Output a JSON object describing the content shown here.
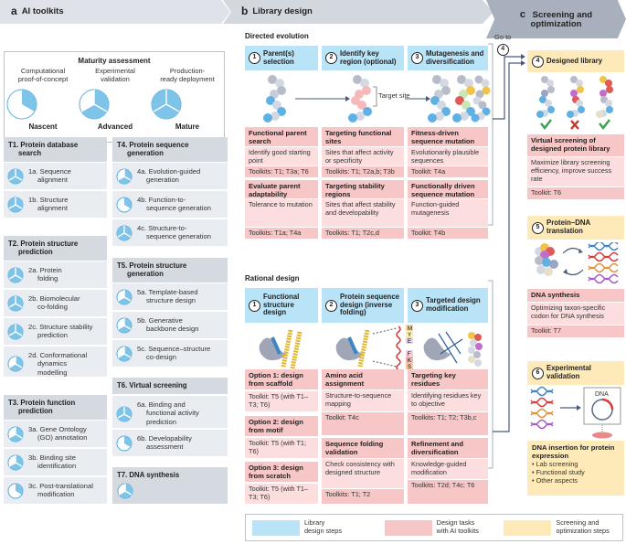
{
  "panels": {
    "a": {
      "letter": "a",
      "title": "AI toolkits"
    },
    "b": {
      "letter": "b",
      "title": "Library design"
    },
    "c": {
      "letter": "c",
      "title_line1": "Screening and",
      "title_line2": "optimization"
    }
  },
  "maturity": {
    "title": "Maturity assessment",
    "levels": [
      {
        "line1": "Computational",
        "line2": "proof-of-concept",
        "label": "Nascent",
        "fill_fraction": 0.33
      },
      {
        "line1": "Experimental",
        "line2": "validation",
        "label": "Advanced",
        "fill_fraction": 0.67
      },
      {
        "line1": "Production-",
        "line2": "ready deployment",
        "label": "Mature",
        "fill_fraction": 1.0
      }
    ]
  },
  "toolkits": {
    "t1": {
      "line1": "T1. Protein database",
      "line2": "search",
      "items": [
        {
          "line1": "1a. Sequence",
          "line2": "alignment",
          "level": "Mature"
        },
        {
          "line1": "1b. Structure",
          "line2": "alignment",
          "level": "Mature"
        }
      ]
    },
    "t2": {
      "line1": "T2. Protein structure",
      "line2": "prediction",
      "items": [
        {
          "line1": "2a. Protein",
          "line2": "folding",
          "level": "Mature"
        },
        {
          "line1": "2b. Biomolecular",
          "line2": "co-folding",
          "level": "Mature"
        },
        {
          "line1": "2c. Structure stability",
          "line2": "prediction",
          "level": "Mature"
        },
        {
          "line1": "2d. Conformational",
          "line2": "dynamics",
          "line3": "modelling",
          "level": "Advanced"
        }
      ]
    },
    "t3": {
      "line1": "T3. Protein function",
      "line2": "prediction",
      "items": [
        {
          "line1": "3a. Gene Ontology",
          "line2": "(GO) annotation",
          "level": "Advanced"
        },
        {
          "line1": "3b. Binding site",
          "line2": "identification",
          "level": "Advanced"
        },
        {
          "line1": "3c. Post-translational",
          "line2": "modification",
          "level": "Nascent"
        }
      ]
    },
    "t4": {
      "line1": "T4. Protein sequence",
      "line2": "generation",
      "items": [
        {
          "line1": "4a. Evolution-guided",
          "line2": "generation",
          "level": "Advanced"
        },
        {
          "line1": "4b. Function-to-",
          "line2": "sequence generation",
          "level": "Nascent"
        },
        {
          "line1": "4c. Structure-to-",
          "line2": "sequence generation",
          "level": "Mature"
        }
      ]
    },
    "t5": {
      "line1": "T5. Protein structure",
      "line2": "generation",
      "items": [
        {
          "line1": "5a. Template-based",
          "line2": "structure design",
          "level": "Advanced"
        },
        {
          "line1": "5b. Generative",
          "line2": "backbone design",
          "level": "Advanced"
        },
        {
          "line1": "5c. Sequence–structure",
          "line2": "co-design",
          "level": "Advanced"
        }
      ]
    },
    "t6": {
      "line1": "T6. Virtual screening",
      "items": [
        {
          "line1": "6a. Binding and",
          "line2": "functional activity",
          "line3": "prediction",
          "level": "Mature"
        },
        {
          "line1": "6b. Developability",
          "line2": "assessment",
          "level": "Nascent"
        }
      ]
    },
    "t7": {
      "line1": "T7. DNA synthesis",
      "level": "Advanced"
    }
  },
  "directed_evolution": {
    "title": "Directed evolution",
    "target_site_label": "Target site",
    "steps": [
      {
        "num": "1",
        "line1": "Parent(s)",
        "line2": "selection"
      },
      {
        "num": "2",
        "line1": "Identify key",
        "line2": "region (optional)"
      },
      {
        "num": "3",
        "line1": "Mutagenesis and",
        "line2": "diversification"
      }
    ],
    "tasks": [
      [
        {
          "title": "Functional parent search",
          "desc": "Identify good starting point",
          "toolkit": "Toolkits: T1; T3a; T6"
        },
        {
          "title": "Evaluate parent adaptability",
          "desc": "Tolerance to mutation",
          "toolkit": "Toolkits: T1a; T4a"
        }
      ],
      [
        {
          "title": "Targeting functional sites",
          "desc": "Sites that affect activity or specificity",
          "toolkit": "Toolkits: T1; T2a,b; T3b"
        },
        {
          "title": "Targeting stability regions",
          "desc": "Sites that affect stability and developability",
          "toolkit": "Toolkits: T1; T2c,d"
        }
      ],
      [
        {
          "title": "Fitness-driven sequence mutation",
          "desc": "Evolutionarily plausible sequences",
          "toolkit": "Toolkit: T4a"
        },
        {
          "title": "Functionally driven sequence mutation",
          "desc": "Function-guided mutagenesis",
          "toolkit": "Toolkit: T4b"
        }
      ]
    ]
  },
  "rational_design": {
    "title": "Rational design",
    "seq_letters_top": [
      "M",
      "Y",
      "E"
    ],
    "seq_letters_bottom": [
      "F",
      "K",
      "S"
    ],
    "steps": [
      {
        "num": "1",
        "line1": "Functional",
        "line2": "structure",
        "line3": "design"
      },
      {
        "num": "2",
        "line1": "Protein sequence",
        "line2": "design (inverse",
        "line3": "folding)"
      },
      {
        "num": "3",
        "line1": "Targeted design",
        "line2": "modification"
      }
    ],
    "col1": [
      {
        "title": "Option 1: design from scaffold",
        "toolkit": "Toolkit: T5 (with T1–T3; T6)"
      },
      {
        "title": "Option 2: design from motif",
        "toolkit": "Toolkit: T5 (with T1; T6)"
      },
      {
        "title": "Option 3: design from scratch",
        "toolkit": "Toolkit: T5 (with T1–T3; T6)"
      }
    ],
    "col2": [
      {
        "title": "Amino acid assignment",
        "desc": "Structure-to-sequence mapping",
        "toolkit": "Toolkit: T4c"
      },
      {
        "title": "Sequence folding validation",
        "desc": "Check consistency with designed structure",
        "toolkit": "Toolkits: T1; T2"
      }
    ],
    "col3": [
      {
        "title": "Targeting key residues",
        "desc": "Identifying residues key to objective",
        "toolkit": "Toolkits: T1; T2; T3b,c"
      },
      {
        "title": "Refinement and diversification",
        "desc": "Knowledge-guided modification",
        "toolkit": "Toolkits: T2d; T4c; T6"
      }
    ]
  },
  "screening": {
    "goto_label": "Go to",
    "goto_num": "4",
    "step4": {
      "num": "4",
      "label": "Designed library"
    },
    "results": [
      "pass",
      "fail",
      "pass"
    ],
    "virtual": {
      "title": "Virtual screening of designed protein library",
      "desc": "Maximize library screening efficiency, improve success rate",
      "toolkit": "Toolkit: T6"
    },
    "step5": {
      "num": "5",
      "line1": "Protein–DNA",
      "line2": "translation"
    },
    "dna_synth": {
      "title": "DNA synthesis",
      "desc": "Optimizing taxon-specific codon for DNA synthesis",
      "toolkit": "Toolkit: T7"
    },
    "step6": {
      "num": "6",
      "line1": "Experimental",
      "line2": "validation"
    },
    "dna_label": "DNA",
    "insertion": {
      "title": "DNA insertion for protein expression",
      "bullets": [
        "Lab screening",
        "Functional study",
        "Other aspects"
      ]
    }
  },
  "legend": [
    {
      "line1": "Library",
      "line2": "design steps",
      "color": "#b9e3f7"
    },
    {
      "line1": "Design tasks",
      "line2": "with AI toolkits",
      "color": "#f7c6c6"
    },
    {
      "line1": "Screening and",
      "line2": "optimization steps",
      "color": "#fdeab8"
    }
  ],
  "colors": {
    "pie_fill": "#7ec3e8",
    "pie_stroke": "#5aaedc",
    "blue_step": "#b9e3f7",
    "red_task": "#f7c6c6",
    "yellow_step": "#fdeab8",
    "arrow": "#5a6a85"
  }
}
